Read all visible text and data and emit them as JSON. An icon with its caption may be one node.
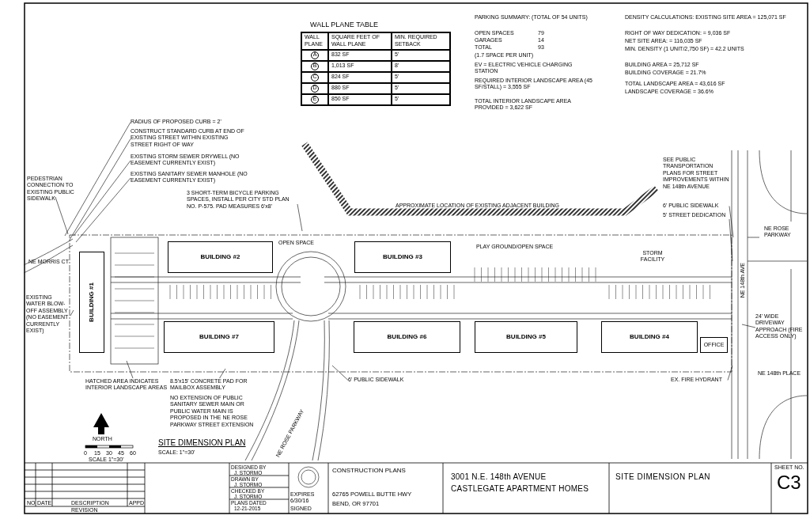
{
  "diagram": {
    "nodes": [
      {
        "text": [
          "RADIUS OF PROPOSED CURB = 2'"
        ]
      },
      {
        "text": [
          "CONSTRUCT STANDARD CURB AT END OF EXISTING STREET WITHIN EXISTING STREET RIGHT OF WAY"
        ]
      },
      {
        "text": [
          "PEDESTRIAN CONNECTION TO EXISTING PUBLIC SIDEWALK"
        ]
      },
      {
        "text": [
          "EXISTING STORM SEWER DRYWELL (NO EASEMENT CURRENTLY EXIST)"
        ]
      },
      {
        "text": [
          "EXISTING SANITARY SEWER MANHOLE (NO EASEMENT CURRENTLY EXIST)"
        ]
      },
      {
        "text": [
          "EXISTING WATER BLOW-OFF ASSEMBLY (NO EASEMENT CURRENTLY EXIST)"
        ]
      },
      {
        "text": [
          "3 SHORT-TERM BICYCLE PARKING SPACES, INSTALL PER CITY STD PLAN NO. P-575. PAD MEASURES 6'x8'"
        ]
      },
      {
        "text": [
          "6' PUBLIC SIDEWALK"
        ]
      },
      {
        "text": [
          "5' STREET DEDICATION"
        ]
      },
      {
        "text": [
          "24' WIDE DRIVEWAY APPROACH (FIRE ACCESS ONLY)"
        ]
      },
      {
        "text": [
          "EX. FIRE HYDRANT"
        ]
      },
      {
        "text": [
          "HATCHED AREA INDICATES INTERIOR LANDSCAPE AREAS"
        ]
      },
      {
        "text": [
          "8.5'x15' CONCRETE PAD FOR MAILBOX ASSEMBLY"
        ]
      },
      {
        "text": [
          "6' PUBLIC SIDEWALK"
        ]
      },
      {
        "text": [
          "BUILDING #1"
        ]
      },
      {
        "text": [
          "BUILDING #2"
        ]
      },
      {
        "text": [
          "BUILDING #3"
        ]
      },
      {
        "text": [
          "BUILDING #7"
        ]
      },
      {
        "text": [
          "BUILDING #6"
        ]
      },
      {
        "text": [
          "BUILDING #5"
        ]
      },
      {
        "text": [
          "BUILDING #4"
        ]
      },
      {
        "text": [
          "OFFICE"
        ]
      }
    ],
    "edges": [
      {
        "from": 0,
        "to": null,
        "arrow": "none"
      },
      {
        "from": 1,
        "to": null,
        "arrow": "none"
      },
      {
        "from": 2,
        "to": null,
        "arrow": "none"
      },
      {
        "from": 3,
        "to": null,
        "arrow": "none"
      },
      {
        "from": 4,
        "to": null,
        "arrow": "none"
      },
      {
        "from": 5,
        "to": null,
        "arrow": "none"
      },
      {
        "from": 6,
        "to": null,
        "arrow": "none"
      },
      {
        "from": 7,
        "to": null,
        "arrow": "none"
      },
      {
        "from": 8,
        "to": null,
        "arrow": "none"
      },
      {
        "from": 9,
        "to": null,
        "arrow": "none"
      },
      {
        "from": 10,
        "to": null,
        "arrow": "none"
      },
      {
        "from": 11,
        "to": null,
        "arrow": "none"
      },
      {
        "from": 12,
        "to": null,
        "arrow": "none"
      },
      {
        "from": 13,
        "to": null,
        "arrow": "none"
      }
    ],
    "labels": [
      "WALL PLANE TABLE",
      "WALL PLANE",
      "SQUARE FEET OF WALL PLANE",
      "MIN. REQUIRED SETBACK",
      "A",
      "832 SF",
      "5'",
      "B",
      "1,013 SF",
      "8'",
      "C",
      "824 SF",
      "5'",
      "D",
      "880 SF",
      "5'",
      "E",
      "850 SF",
      "5'",
      "PARKING SUMMARY: (TOTAL OF 54 UNITS)",
      "OPEN SPACES",
      "79",
      "GARAGES",
      "14",
      "TOTAL",
      "93",
      "(1.7 SPACE PER UNIT)",
      "EV = ELECTRIC VEHICLE CHARGING STATION",
      "REQUIRED INTERIOR LANDSCAPE AREA (45 SF/STALL) = 3,555 SF",
      "TOTAL INTERIOR LANDSCAPE AREA PROVIDED = 3,622 SF",
      "DENSITY CALCULATIONS: EXISTING SITE AREA = 125,071 SF",
      "RIGHT OF WAY DEDICATION: = 9,036 SF",
      "NET SITE AREA: = 116,035 SF",
      "MIN. DENSITY (1 UNIT/2,750 SF) = 42.2 UNITS",
      "BUILDING AREA = 25,712 SF",
      "BUILDING COVERAGE = 21.7%",
      "TOTAL LANDSCAPE AREA = 43,616 SF",
      "LANDSCAPE COVERAGE = 36.6%",
      "APPROXIMATE LOCATION OF EXISTING ADJACENT BUILDING",
      "NE MORRIS CT",
      "NE ROSE PARKWAY",
      "NE 148th AVE",
      "NE 148th PLACE",
      "NE ROSE PARKWAY",
      "NORTH",
      "0",
      "15",
      "30",
      "45",
      "60",
      "SCALE 1\"=30'",
      "SITE DIMENSION PLAN",
      "SCALE: 1\"=30'",
      "NO",
      "DATE",
      "DESCRIPTION",
      "APPD",
      "REVISION",
      "DESIGNED BY",
      "J. STORMO",
      "DRAWN BY",
      "J. STORMO",
      "CHECKED BY",
      "J. STORMO",
      "PLANS DATED",
      "12-21-2015",
      "EXPIRES 6/30/16",
      "SIGNED",
      "CONSTRUCTION PLANS",
      "62765 POWELL BUTTE HWY",
      "BEND, OR 97701",
      "3001 N.E. 148th AVENUE",
      "CASTLEGATE APARTMENT HOMES",
      "SITE DIMENSION PLAN",
      "SHEET NO.",
      "C3",
      "OPEN SPACE",
      "PLAY GROUND/OPEN SPACE",
      "STORM FACILITY",
      "SEE PUBLIC TRANSPORTATION PLANS FOR STREET IMPROVEMENTS WITHIN NE 148th AVENUE",
      "NO EXTENSION OF PUBLIC SANITARY SEWER MAIN OR PUBLIC WATER MAIN IS PROPOSED IN THE NE ROSE PARKWAY STREET EXTENSION"
    ]
  }
}
